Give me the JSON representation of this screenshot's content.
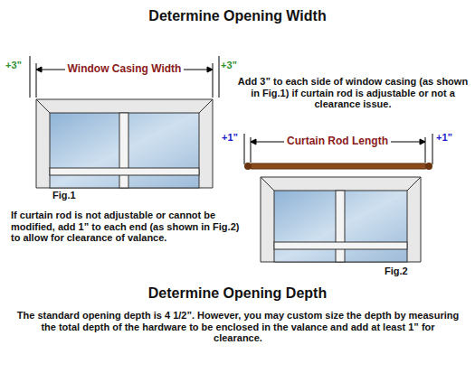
{
  "diagram": {
    "title": "Determine Opening Width",
    "labels": [
      "+3”",
      "Window Casing Width",
      "+3”",
      "Add 3” to each side of window casing (as shown in Fig.1) if curtain rod is adjustable or not a clearance issue.",
      "+1”",
      "Curtain Rod Length",
      "+1”",
      "Fig.1",
      "If curtain rod is not adjustable or cannot be modified, add 1” to each end (as shown in Fig.2) to allow for clearance of valance.",
      "Fig.2",
      "Determine Opening Depth",
      "The standard opening depth is 4 1/2”. However, you may custom size the depth by measuring the total depth of the hardware to be enclosed in the valance and add at least 1” for clearance."
    ]
  }
}
